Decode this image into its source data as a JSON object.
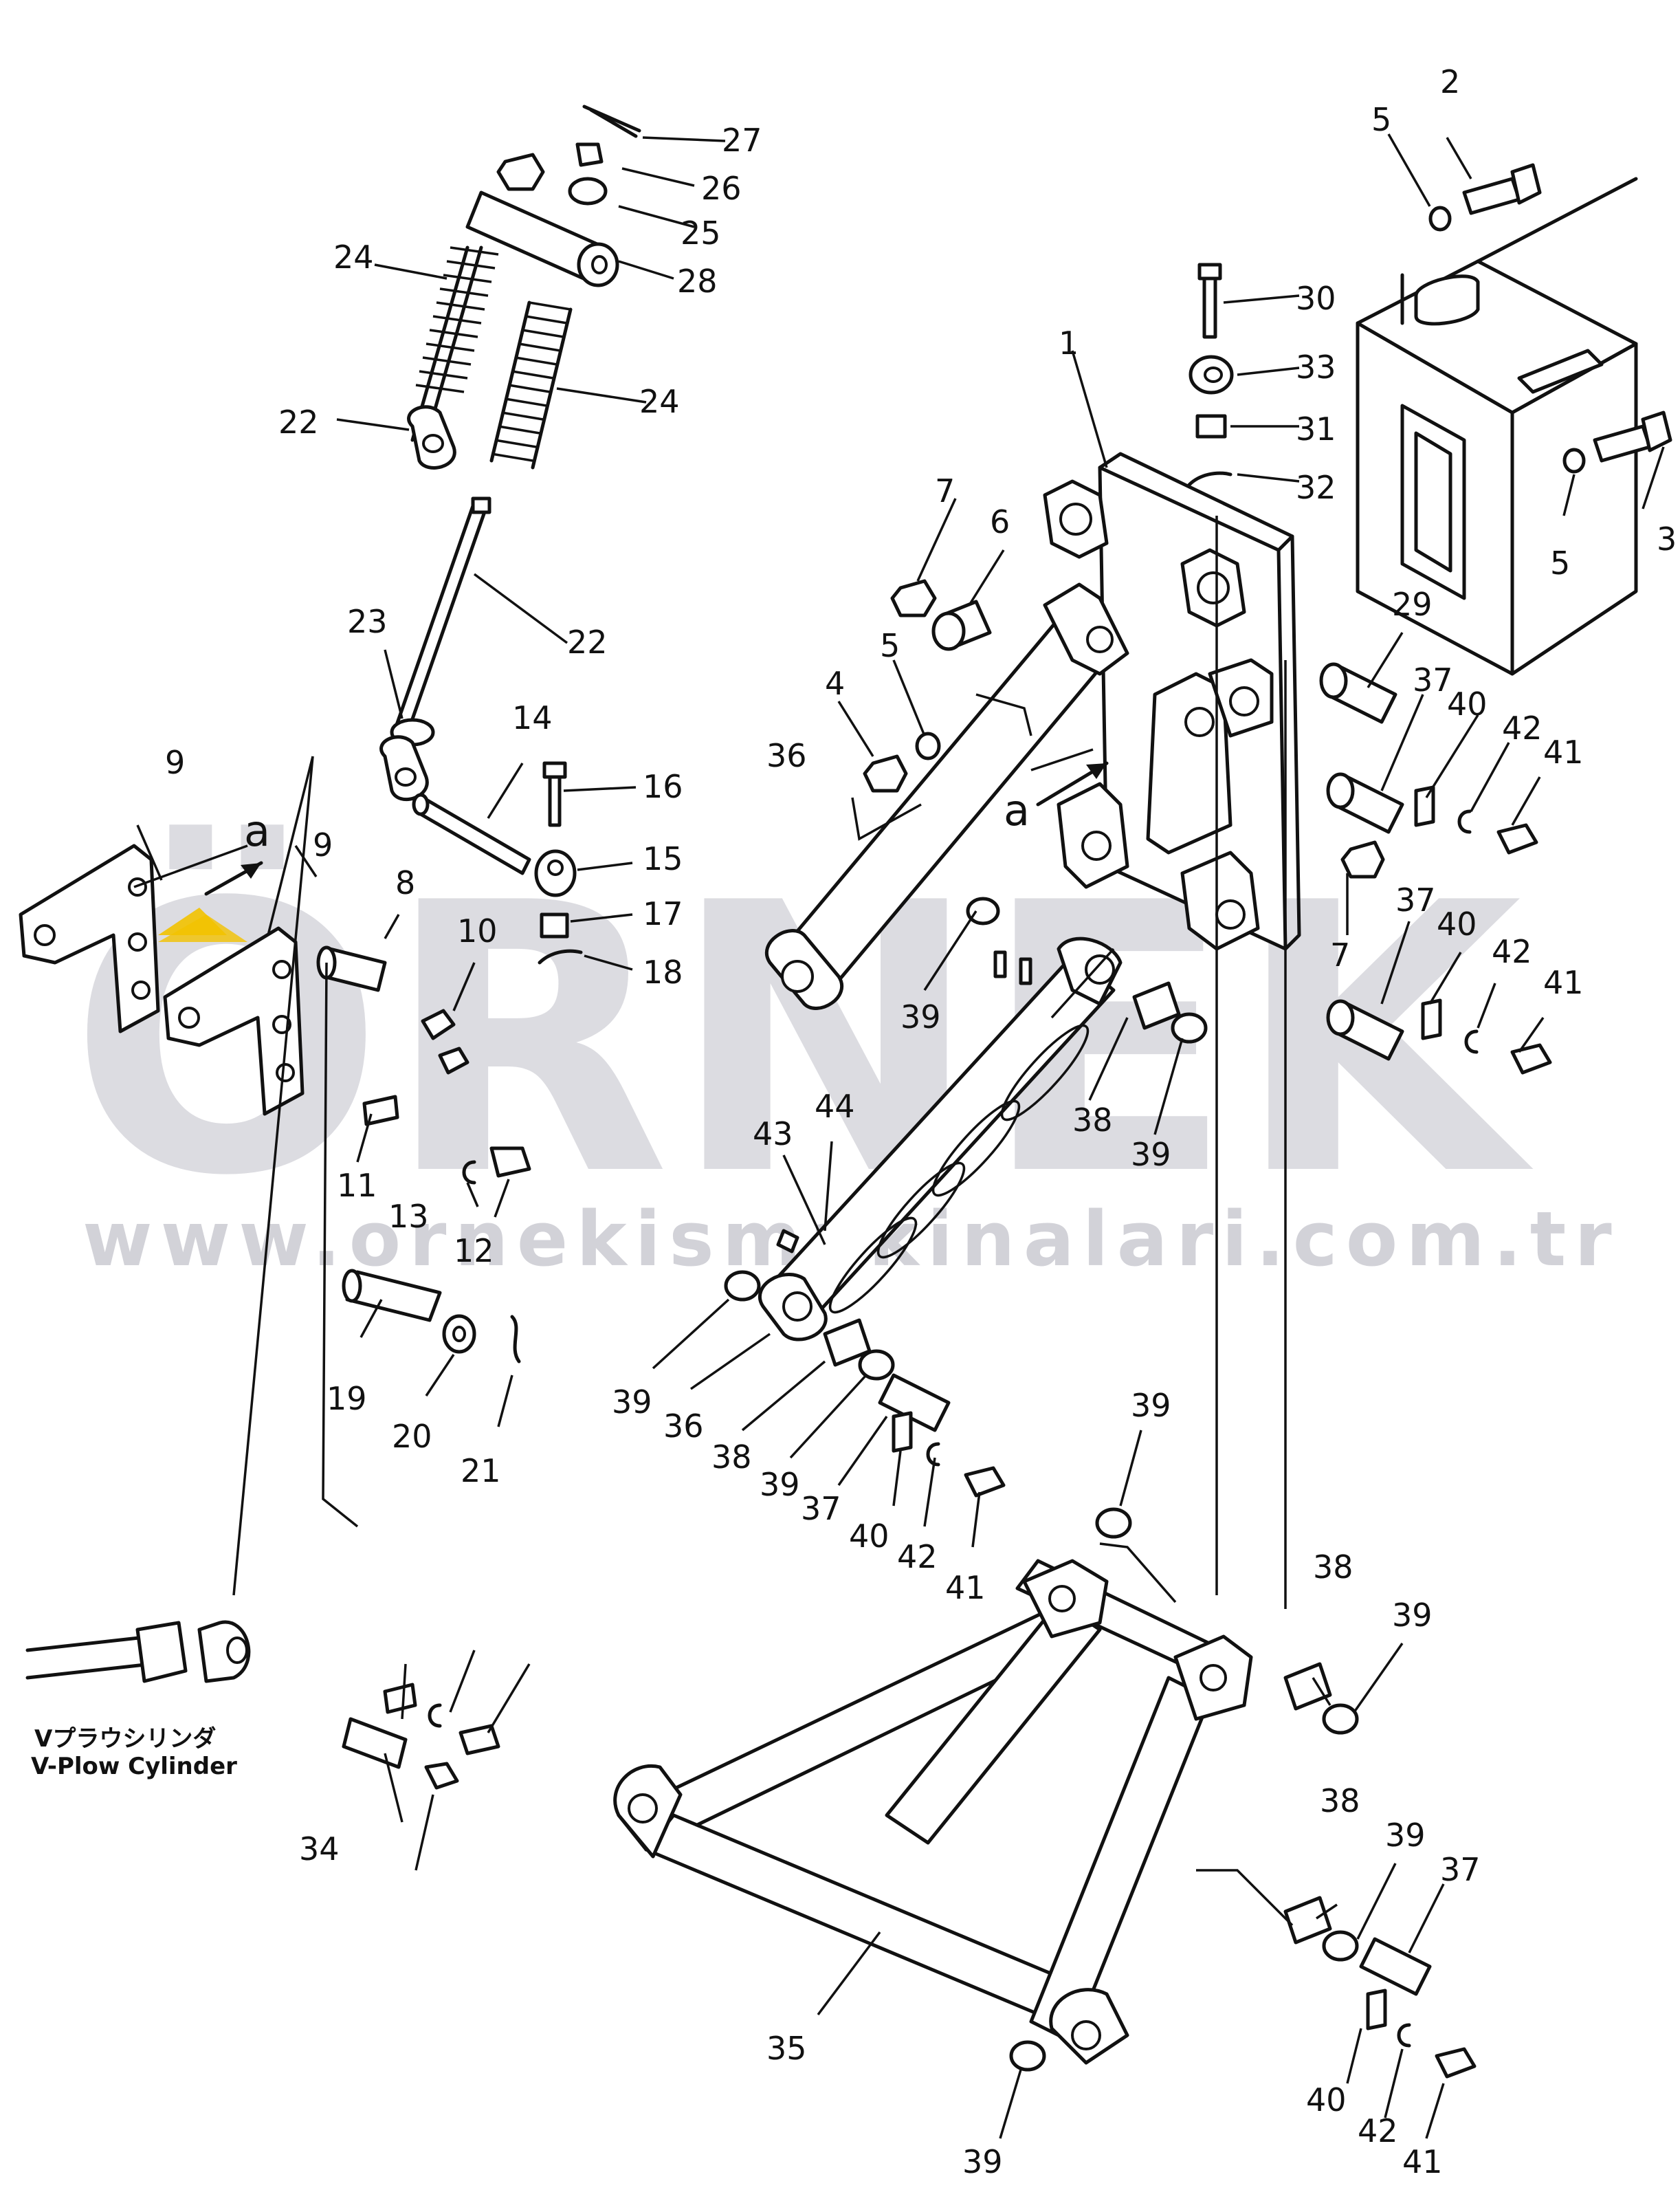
{
  "watermark": {
    "brand": "ÖRNEK",
    "url": "www.ornekismakinalari.com.tr",
    "accent_color": "#f2c200"
  },
  "caption": {
    "japanese": "Vプラウシリンダ",
    "english": "V-Plow Cylinder"
  },
  "view_marks": [
    "a",
    "a"
  ],
  "callouts": [
    "1",
    "2",
    "3",
    "4",
    "5",
    "6",
    "7",
    "8",
    "9",
    "10",
    "11",
    "12",
    "13",
    "14",
    "15",
    "16",
    "17",
    "18",
    "19",
    "20",
    "21",
    "22",
    "23",
    "24",
    "25",
    "26",
    "27",
    "28",
    "29",
    "30",
    "31",
    "32",
    "33",
    "34",
    "35",
    "36",
    "37",
    "38",
    "39",
    "40",
    "41",
    "42",
    "43",
    "44"
  ]
}
